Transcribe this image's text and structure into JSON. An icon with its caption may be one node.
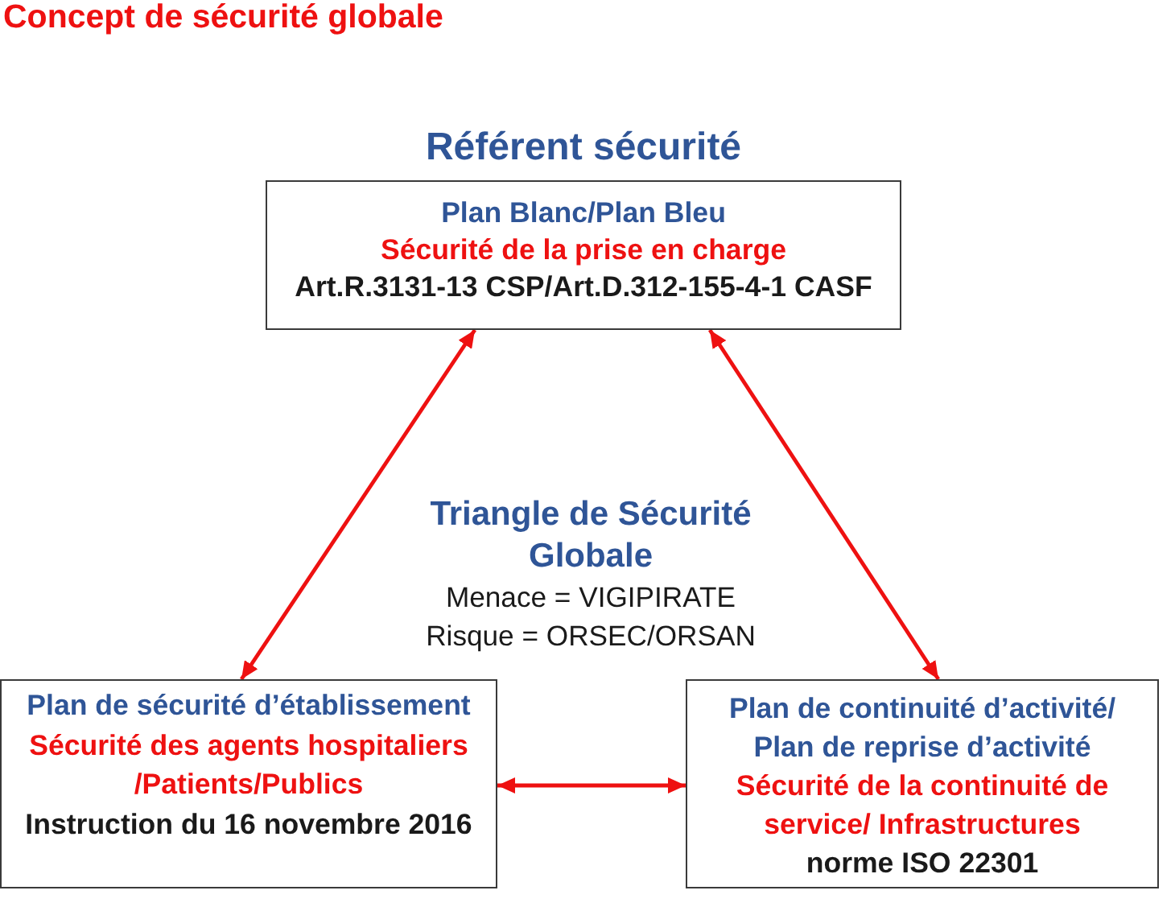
{
  "diagram": {
    "title": "Concept de sécurité globale",
    "nodes": [
      {
        "text": [
          "Référent sécurité",
          "Plan Blanc/Plan Bleu",
          "Sécurité de la prise en charge",
          "Art.R.3131-13 CSP/Art.D.312-155-4-1 CASF"
        ]
      },
      {
        "text": [
          "Plan de sécurité d’établissement",
          "Sécurité des agents hospitaliers /Patients/Publics",
          "Instruction du 16 novembre 2016"
        ]
      },
      {
        "text": [
          "Plan de continuité d’activité/ Plan de reprise d’activité",
          "Sécurité de la continuité de service/ Infrastructures",
          "norme ISO 22301"
        ]
      }
    ],
    "edges": [
      {
        "from": 0,
        "to": 1,
        "arrow": "both"
      },
      {
        "from": 0,
        "to": 2,
        "arrow": "both"
      },
      {
        "from": 1,
        "to": 2,
        "arrow": "both"
      }
    ],
    "labels": [
      "Triangle de Sécurité Globale",
      "Menace = VIGIPIRATE",
      "Risque = ORSEC/ORSAN"
    ]
  }
}
